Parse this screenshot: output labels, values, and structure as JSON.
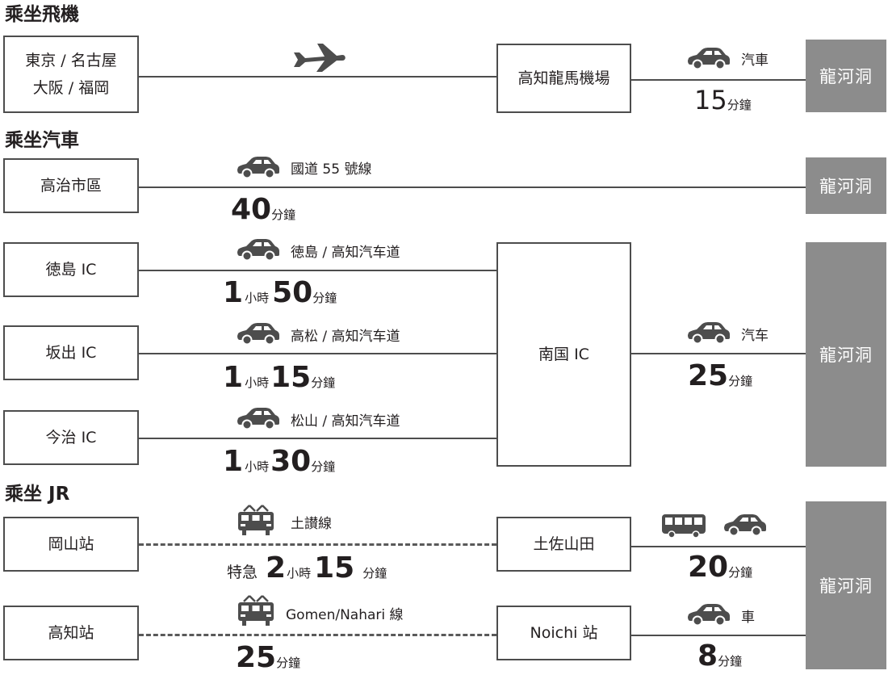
{
  "sections": {
    "plane": {
      "heading": "乘坐飛機"
    },
    "car": {
      "heading": "乘坐汽車"
    },
    "jr": {
      "heading": "乘坐 JR"
    }
  },
  "plane_route": {
    "origin_line1": "東京 / 名古屋",
    "origin_line2": "大阪 / 福岡",
    "airport": "高知龍馬機場",
    "mode": "汽車",
    "time_num": "15",
    "time_unit": "分鐘",
    "dest": "龍河洞"
  },
  "car_direct": {
    "origin": "高治市區",
    "route": "國道 55 號線",
    "time_num": "40",
    "time_unit": "分鐘",
    "dest": "龍河洞"
  },
  "car_ic": {
    "routes": [
      {
        "origin": "徳島 IC",
        "route": "徳島 / 高知汽车道",
        "h": "1",
        "hour_unit": "小時",
        "m": "50",
        "min_unit": "分鐘"
      },
      {
        "origin": "坂出 IC",
        "route": "高松 / 高知汽车道",
        "h": "1",
        "hour_unit": "小時",
        "m": "15",
        "min_unit": "分鐘"
      },
      {
        "origin": "今治 IC",
        "route": "松山 / 高知汽车道",
        "h": "1",
        "hour_unit": "小時",
        "m": "30",
        "min_unit": "分鐘"
      }
    ],
    "junction": "南国 IC",
    "mode": "汽车",
    "time_num": "25",
    "time_unit": "分鐘",
    "dest": "龍河洞"
  },
  "jr": {
    "routes": [
      {
        "origin": "岡山站",
        "line": "土讃線",
        "prefix": "特急",
        "h": "2",
        "hour_unit": "小時",
        "m": "15",
        "min_unit": "分鐘",
        "station": "土佐山田",
        "time_num": "20",
        "time_unit": "分鐘"
      },
      {
        "origin": "高知站",
        "line": "Gomen/Nahari 線",
        "m": "25",
        "min_unit": "分鐘",
        "station": "Noichi 站",
        "mode": "車",
        "time_num": "8",
        "time_unit": "分鐘"
      }
    ],
    "dest": "龍河洞"
  },
  "icons": [
    "airplane-icon",
    "car-icon",
    "bus-icon",
    "train-icon"
  ],
  "colors": {
    "dest_box": "#8c8c8c",
    "line": "#4d4d4d",
    "icon": "#4d4d4d"
  }
}
